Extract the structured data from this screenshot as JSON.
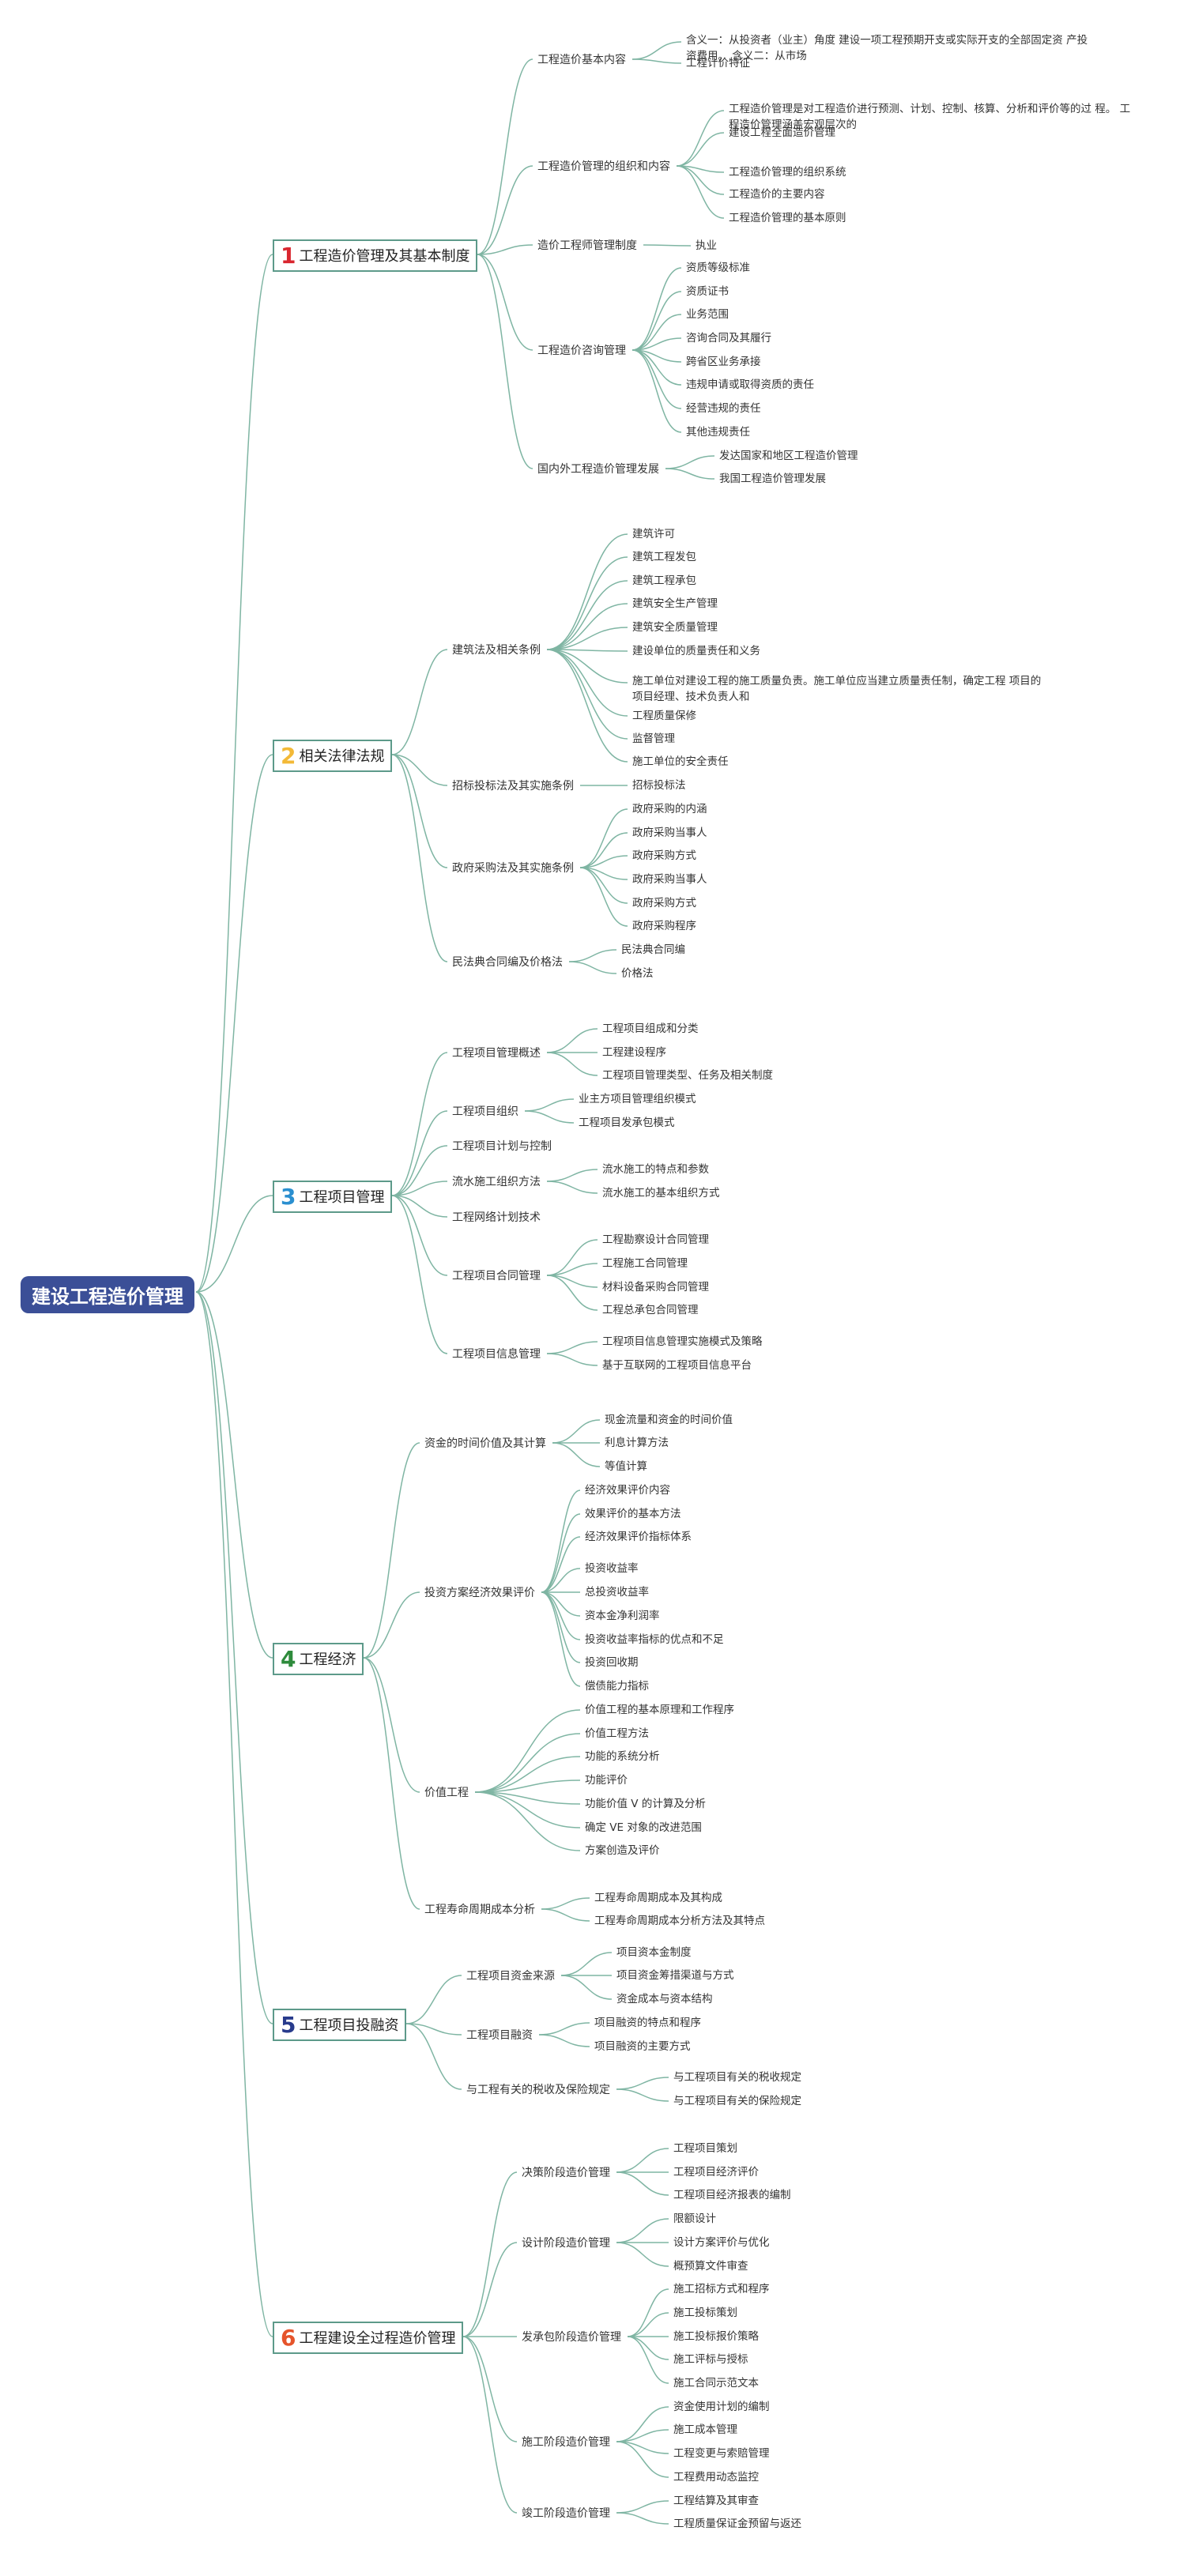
{
  "colors": {
    "root_bg": "#3b4f97",
    "line": "#7fb5a3",
    "frame": "#5d9a8a",
    "num_colors": [
      "#d9262f",
      "#f3b937",
      "#2a8fd0",
      "#2e8b3c",
      "#283b8c",
      "#e5542b"
    ]
  },
  "root": "建设工程造价管理",
  "sections": [
    {
      "num": "1",
      "title": "工程造价管理及其基本制度",
      "items": [
        {
          "label": "工程造价基本内容",
          "children": [
            "含义一：从投资者（业主）角度 建设一项工程预期开支或实际开支的全部固定资 产投资费用。 含义二：从市场",
            "工程计价特征"
          ]
        },
        {
          "label": "工程造价管理的组织和内容",
          "children": [
            "工程造价管理是对工程造价进行预测、计划、控制、核算、分析和评价等的过 程。 工程造价管理涵盖宏观层次的",
            "建设工程全面造价管理",
            "工程造价管理的组织系统",
            "工程造价的主要内容",
            "工程造价管理的基本原则"
          ]
        },
        {
          "label": "造价工程师管理制度",
          "children": [
            "执业"
          ]
        },
        {
          "label": "工程造价咨询管理",
          "children": [
            "资质等级标准",
            "资质证书",
            "业务范围",
            "咨询合同及其履行",
            "跨省区业务承接",
            "违规申请或取得资质的责任",
            "经营违规的责任",
            "其他违规责任"
          ]
        },
        {
          "label": "国内外工程造价管理发展",
          "children": [
            "发达国家和地区工程造价管理",
            "我国工程造价管理发展"
          ]
        }
      ]
    },
    {
      "num": "2",
      "title": "相关法律法规",
      "items": [
        {
          "label": "建筑法及相关条例",
          "children": [
            "建筑许可",
            "建筑工程发包",
            "建筑工程承包",
            "建筑安全生产管理",
            "建筑安全质量管理",
            "建设单位的质量责任和义务",
            "施工单位对建设工程的施工质量负责。施工单位应当建立质量责任制，确定工程 项目的 项目经理、技术负责人和",
            "工程质量保修",
            "监督管理",
            "施工单位的安全责任"
          ]
        },
        {
          "label": "招标投标法及其实施条例",
          "children": [
            "招标投标法"
          ]
        },
        {
          "label": "政府采购法及其实施条例",
          "children": [
            "政府采购的内涵",
            "政府采购当事人",
            "政府采购方式",
            "政府采购当事人",
            "政府采购方式",
            "政府采购程序"
          ]
        },
        {
          "label": "民法典合同编及价格法",
          "children": [
            "民法典合同编",
            "价格法"
          ]
        }
      ]
    },
    {
      "num": "3",
      "title": "工程项目管理",
      "items": [
        {
          "label": "工程项目管理概述",
          "children": [
            "工程项目组成和分类",
            "工程建设程序",
            "工程项目管理类型、任务及相关制度"
          ]
        },
        {
          "label": "工程项目组织",
          "children": [
            "业主方项目管理组织模式",
            "工程项目发承包模式"
          ]
        },
        {
          "label": "工程项目计划与控制",
          "children": []
        },
        {
          "label": "流水施工组织方法",
          "children": [
            "流水施工的特点和参数",
            "流水施工的基本组织方式"
          ]
        },
        {
          "label": "工程网络计划技术",
          "children": []
        },
        {
          "label": "工程项目合同管理",
          "children": [
            "工程勘察设计合同管理",
            "工程施工合同管理",
            "材料设备采购合同管理",
            "工程总承包合同管理"
          ]
        },
        {
          "label": "工程项目信息管理",
          "children": [
            "工程项目信息管理实施模式及策略",
            "基于互联网的工程项目信息平台"
          ]
        }
      ]
    },
    {
      "num": "4",
      "title": "工程经济",
      "items": [
        {
          "label": "资金的时间价值及其计算",
          "children": [
            "现金流量和资金的时间价值",
            "利息计算方法",
            "等值计算"
          ]
        },
        {
          "label": "投资方案经济效果评价",
          "children": [
            "经济效果评价内容",
            "效果评价的基本方法",
            "经济效果评价指标体系",
            "投资收益率",
            "总投资收益率",
            "资本金净利润率",
            "投资收益率指标的优点和不足",
            "投资回收期",
            "偿债能力指标"
          ]
        },
        {
          "label": "价值工程",
          "children": [
            "价值工程的基本原理和工作程序",
            "价值工程方法",
            "功能的系统分析",
            "功能评价",
            "功能价值 V 的计算及分析",
            "确定 VE 对象的改进范围",
            "方案创造及评价"
          ]
        },
        {
          "label": "工程寿命周期成本分析",
          "children": [
            "工程寿命周期成本及其构成",
            "工程寿命周期成本分析方法及其特点"
          ]
        }
      ]
    },
    {
      "num": "5",
      "title": "工程项目投融资",
      "items": [
        {
          "label": "工程项目资金来源",
          "children": [
            "项目资本金制度",
            "项目资金筹措渠道与方式",
            "资金成本与资本结构"
          ]
        },
        {
          "label": "工程项目融资",
          "children": [
            "项目融资的特点和程序",
            "项目融资的主要方式"
          ]
        },
        {
          "label": "与工程有关的税收及保险规定",
          "children": [
            "与工程项目有关的税收规定",
            "与工程项目有关的保险规定"
          ]
        }
      ]
    },
    {
      "num": "6",
      "title": "工程建设全过程造价管理",
      "items": [
        {
          "label": "决策阶段造价管理",
          "children": [
            "工程项目策划",
            "工程项目经济评价",
            "工程项目经济报表的编制"
          ]
        },
        {
          "label": "设计阶段造价管理",
          "children": [
            "限额设计",
            "设计方案评价与优化",
            "概预算文件审查"
          ]
        },
        {
          "label": "发承包阶段造价管理",
          "children": [
            "施工招标方式和程序",
            "施工投标策划",
            "施工投标报价策略",
            "施工评标与授标",
            "施工合同示范文本"
          ]
        },
        {
          "label": "施工阶段造价管理",
          "children": [
            "资金使用计划的编制",
            "施工成本管理",
            "工程变更与索赔管理",
            "工程费用动态监控"
          ]
        },
        {
          "label": "竣工阶段造价管理",
          "children": [
            "工程结算及其审查",
            "工程质量保证金预留与返还"
          ]
        }
      ]
    }
  ]
}
